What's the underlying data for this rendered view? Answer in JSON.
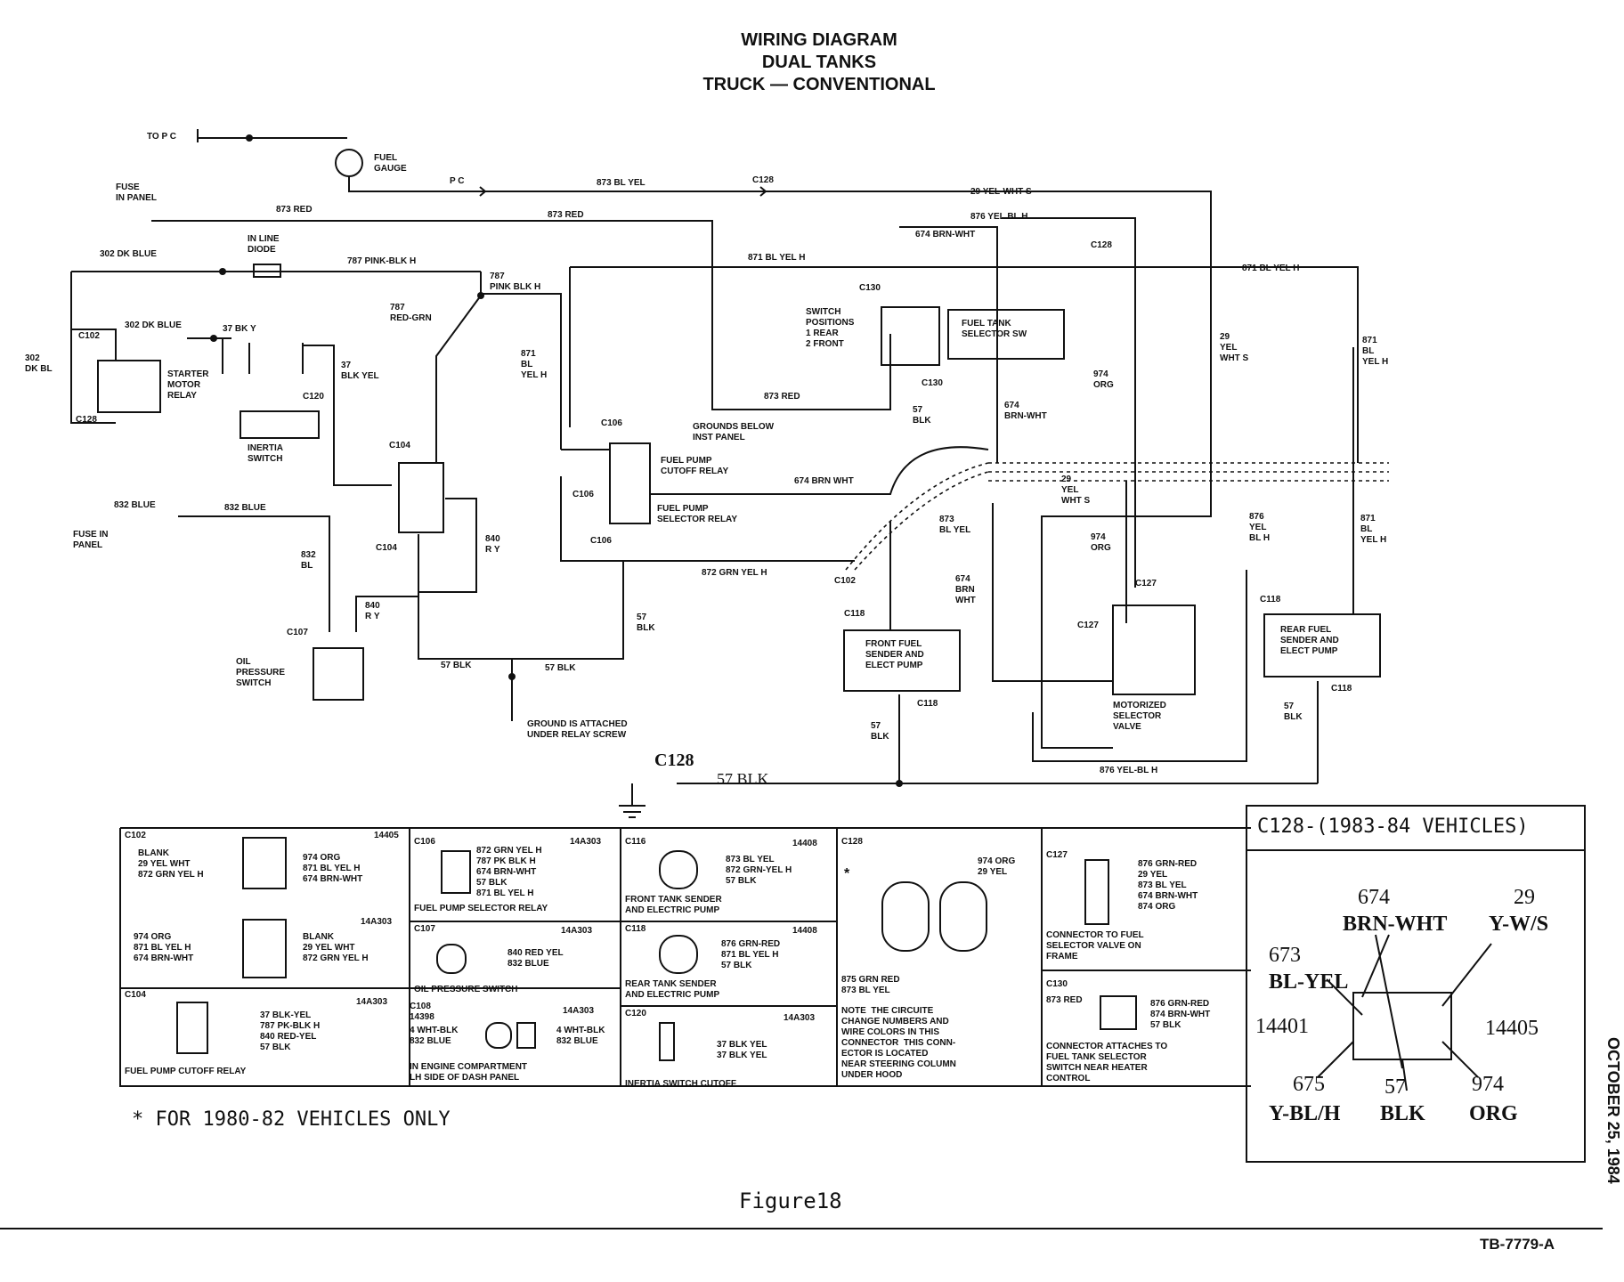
{
  "header": {
    "title_line1": "WIRING DIAGRAM",
    "title_line2": "DUAL TANKS",
    "title_line3": "TRUCK — CONVENTIONAL"
  },
  "labels": {
    "to_pc": "TO P C",
    "fuel_gauge": "FUEL\nGAUGE",
    "pc": "P C",
    "w873_bl_yel": "873 BL YEL",
    "c128_top": "C128",
    "w29_yel_wht_s": "29 YEL-WHT S",
    "fuse_in_panel_1": "FUSE\nIN PANEL",
    "w873_red_1": "873 RED",
    "w873_red_2": "873 RED",
    "w876_yel_bl_h": "876 YEL BL H",
    "w674_brn_wht_top": "674 BRN-WHT",
    "c128_right": "C128",
    "w302_dk_blue": "302 DK BLUE",
    "in_line_diode": "IN LINE\nDIODE",
    "w787_pink_blk": "787 PINK-BLK H",
    "w787_pink_blk_h": "787\nPINK BLK H",
    "w871_bl_yel_h_1": "871 BL YEL H",
    "w871_bl_yel_h_2": "871 BL YEL H",
    "c130_top": "C130",
    "switch_positions": "SWITCH\nPOSITIONS\n1 REAR\n2 FRONT",
    "fuel_tank_selector_sw": "FUEL TANK\nSELECTOR SW",
    "c130_bottom": "C130",
    "w302_dk_bl": "302\nDK BL",
    "c102_left": "C102",
    "w302_dk_blue_2": "302 DK BLUE",
    "w37_bk_y": "37 BK Y",
    "starter_motor_relay": "STARTER\nMOTOR\nRELAY",
    "c128_left": "C128",
    "inertia_switch": "INERTIA\nSWITCH",
    "c120": "C120",
    "w37_blk_yel": "37\nBLK YEL",
    "w787_red_grn": "787\nRED-GRN",
    "w871_bl_yel_h_3": "871\nBL\nYEL H",
    "w29_yel_wht_s_2": "29\nYEL\nWHT S",
    "w871_bl_yel_h_4": "871\nBL\nYEL H",
    "w873_red_3": "873 RED",
    "w57_blk_1": "57\nBLK",
    "w974_org": "974\nORG",
    "w674_brn_wht_2": "674\nBRN-WHT",
    "grounds_below": "GROUNDS BELOW\nINST PANEL",
    "c106_top": "C106",
    "c104_top": "C104",
    "fuel_pump_cutoff_relay": "FUEL PUMP\nCUTOFF RELAY",
    "w674_brn_wht_3": "674 BRN WHT",
    "fuel_pump_selector_relay": "FUEL PUMP\nSELECTOR RELAY",
    "c106_mid": "C106",
    "c106_bottom": "C106",
    "w832_blue_1": "832 BLUE",
    "w832_blue_2": "832 BLUE",
    "fuse_in_panel_2": "FUSE IN\nPANEL",
    "c104_bottom": "C104",
    "w840_ry": "840\nR Y",
    "w832_bl": "832\nBL",
    "w840_ry_2": "840\nR Y",
    "w873_bl_yel_2": "873\nBL YEL",
    "w29_yel_wht_s_3": "29\nYEL\nWHT S",
    "w974_org_2": "974\nORG",
    "w876_yel_bl_h_2": "876\nYEL\nBL H",
    "w871_bl_yel_h_5": "871\nBL\nYEL H",
    "w872_grn_yel_h": "872 GRN YEL H",
    "c102_mid": "C102",
    "w674_brn_wht_4": "674\nBRN\nWHT",
    "c127_top": "C127",
    "c127_mid": "C127",
    "c118_left": "C118",
    "c118_right": "C118",
    "front_fuel": "FRONT FUEL\nSENDER AND\nELECT PUMP",
    "rear_fuel": "REAR FUEL\nSENDER AND\nELECT PUMP",
    "c107": "C107",
    "oil_pressure_switch": "OIL\nPRESSURE\nSWITCH",
    "w57_blk_2": "57\nBLK",
    "w57_blk_3": "57 BLK",
    "w57_blk_4": "57 BLK",
    "ground_attached": "GROUND IS ATTACHED\nUNDER RELAY SCREW",
    "motorized_selector_valve": "MOTORIZED\nSELECTOR\nVALVE",
    "c118_front_bottom": "C118",
    "c118_rear_bottom": "C118",
    "w57_blk_5": "57\nBLK",
    "w57_blk_6": "57\nBLK",
    "w876_yel_bl_h_3": "876 YEL-BL H",
    "c128_ground": "C128",
    "w57_blk_ground": "57 BLK"
  },
  "connector_table": {
    "c102_a_id": "C102",
    "c102_a_num": "14405",
    "c102_a_left": "BLANK\n29 YEL WHT\n872 GRN YEL H",
    "c102_a_right": "974 ORG\n871 BL YEL H\n674 BRN-WHT",
    "c102_b_num": "14A303",
    "c102_b_left": "974 ORG\n871 BL YEL H\n674 BRN-WHT",
    "c102_b_right": "BLANK\n29 YEL WHT\n872 GRN YEL H",
    "c104_id": "C104",
    "c104_num": "14A303",
    "c104_text": "37 BLK-YEL\n787 PK-BLK H\n840 RED-YEL\n57 BLK",
    "c104_caption": "FUEL PUMP CUTOFF RELAY",
    "c106_id": "C106",
    "c106_num": "14A303",
    "c106_text": "872 GRN YEL H\n787 PK BLK H\n674 BRN-WHT\n57 BLK\n871 BL YEL H",
    "c106_caption": "FUEL PUMP SELECTOR RELAY",
    "c107_id": "C107",
    "c107_num": "14A303",
    "c107_text": "840 RED YEL\n832 BLUE",
    "c107_caption": "OIL PRESSURE SWITCH",
    "c108_id": "C108",
    "c108_num": "14A303",
    "c108_sub": "14398",
    "c108_left": "4 WHT-BLK\n832 BLUE",
    "c108_right": "4 WHT-BLK\n832 BLUE",
    "c108_caption": "IN ENGINE COMPARTMENT\nLH SIDE OF DASH PANEL",
    "c116_id": "C116",
    "c116_num": "14408",
    "c116_text": "873 BL YEL\n872 GRN-YEL H\n57 BLK",
    "c116_caption": "FRONT TANK SENDER\nAND ELECTRIC PUMP",
    "c118_id": "C118",
    "c118_num": "14408",
    "c118_text": "876 GRN-RED\n871 BL YEL H\n57 BLK",
    "c118_caption": "REAR TANK SENDER\nAND ELECTRIC PUMP",
    "c120_id": "C120",
    "c120_num": "14A303",
    "c120_text": "37 BLK YEL\n37 BLK YEL",
    "c120_caption": "INERTIA SWITCH CUTOFF",
    "c128_id": "C128",
    "c128_star": "*",
    "c128_right": "974 ORG\n29 YEL",
    "c128_left": "875 GRN RED\n873 BL YEL",
    "c128_note": "NOTE  THE CIRCUITE\nCHANGE NUMBERS AND\nWIRE COLORS IN THIS\nCONNECTOR  THIS CONN-\nECTOR IS LOCATED\nNEAR STEERING COLUMN\nUNDER HOOD",
    "c127_id": "C127",
    "c127_text": "876 GRN-RED\n29 YEL\n873 BL YEL\n674 BRN-WHT\n874 ORG",
    "c127_caption": "CONNECTOR TO FUEL\nSELECTOR VALVE ON\nFRAME",
    "c130_id": "C130",
    "c130_left": "873 RED",
    "c130_text": "876 GRN-RED\n874 BRN-WHT\n57 BLK",
    "c130_caption": "CONNECTOR ATTACHES TO\nFUEL TANK SELECTOR\nSWITCH NEAR HEATER\nCONTROL"
  },
  "inset": {
    "title": "C128-(1983-84 VEHICLES)",
    "w674": "674",
    "brn_wht": "BRN-WHT",
    "w29": "29",
    "y_w_s": "Y-W/S",
    "w673": "673",
    "bl_yel": "BL-YEL",
    "n14401": "14401",
    "n14405": "14405",
    "w675": "675",
    "y_bl_h": "Y-BL/H",
    "w57": "57",
    "blk": "BLK",
    "w974": "974",
    "org": "ORG"
  },
  "footer": {
    "note": "* FOR 1980-82 VEHICLES ONLY",
    "figure": "Figure18",
    "tb": "TB-7779-A",
    "side": "OCTOBER 25, 1984"
  }
}
